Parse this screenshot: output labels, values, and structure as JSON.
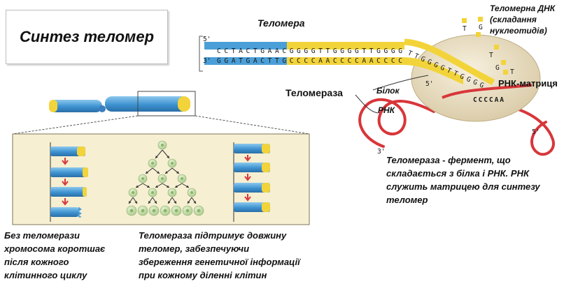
{
  "title": "Синтез теломер",
  "labels": {
    "telomere": "Теломера",
    "telomerase": "Теломераза",
    "protein": "Білок",
    "rna": "РНК",
    "telomeric_dna": [
      "Теломерна ДНК",
      "(складання",
      "нуклеотидів)"
    ],
    "rna_template": "РНК-матриця"
  },
  "sequence": {
    "top_strand": "CCTACTGAACGGGGTTGGGGTTGGGG",
    "bottom_strand": "GGATGACTTGCCCCAACCCCAACCCC",
    "overhang": "TTGGGGTTGGGG",
    "rna_template": "CCCCAA",
    "end_5_top": "5'",
    "end_3_bottom": "3'",
    "end_5_mid": "5'",
    "end_3_rna": "3'",
    "end_5_rna": "5'",
    "free_nucleotides": [
      "T",
      "G",
      "T",
      "G",
      "T"
    ]
  },
  "description": [
    "Теломераза - фермент, що",
    "складається з білка і РНК. РНК",
    "служить матрицею для синтезу",
    "теломер"
  ],
  "caption_left": [
    "Без теломерази",
    "хромосома коротшає",
    "після кожного",
    "клітинного циклу"
  ],
  "caption_middle": [
    "Теломераза підтримує довжину",
    "теломер, забезпечуючи",
    "збереження генетичної інформації",
    "при кожному діленні клітин"
  ],
  "colors": {
    "chromosome_blue": "#4a9fd8",
    "telomere_yellow": "#f2d43a",
    "rna_red": "#d8363a",
    "enzyme": "#ece1c8",
    "panel_bg": "#f6efd2",
    "cell_green": "#c8e0a8"
  }
}
